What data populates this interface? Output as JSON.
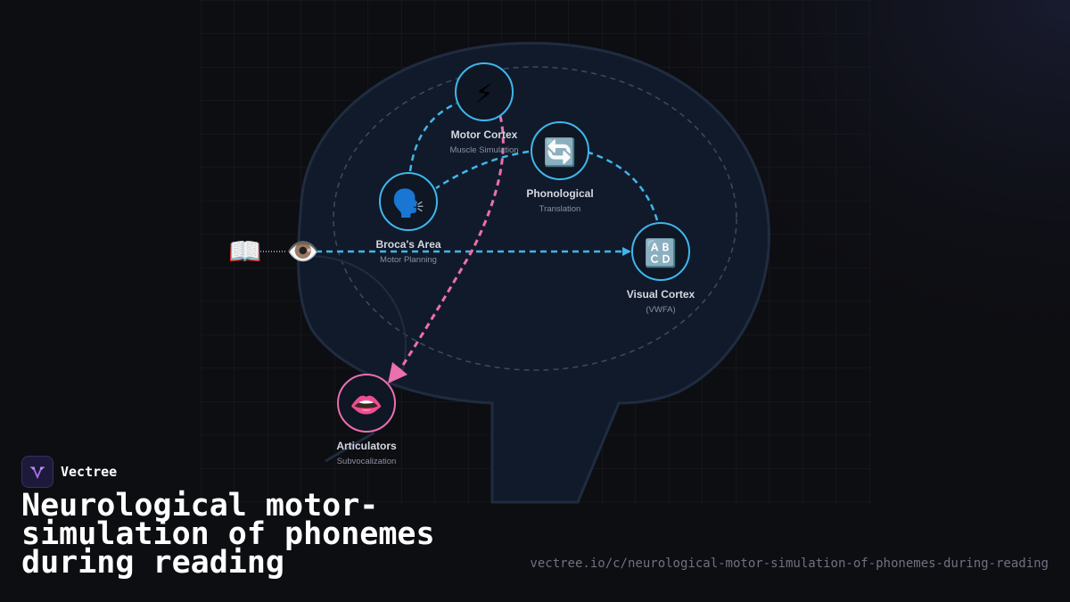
{
  "brand": {
    "name": "Vectree"
  },
  "page": {
    "title": "Neurological motor-simulation of phonemes during reading",
    "url": "vectree.io/c/neurological-motor-simulation-of-phonemes-during-reading"
  },
  "diagram": {
    "input_icons": {
      "book": "📖",
      "eye": "👁️"
    },
    "nodes": {
      "motor_cortex": {
        "title": "Motor Cortex",
        "subtitle": "Muscle Simulation",
        "icon": "⚡",
        "icon_name": "lightning-icon"
      },
      "phonological": {
        "title": "Phonological",
        "subtitle": "Translation",
        "icon": "🔄",
        "icon_name": "cycle-arrows-icon"
      },
      "brocas_area": {
        "title": "Broca's Area",
        "subtitle": "Motor Planning",
        "icon": "🗣️",
        "icon_name": "speaking-head-icon"
      },
      "visual_cortex": {
        "title": "Visual Cortex",
        "subtitle": "(VWFA)",
        "icon": "🔠",
        "icon_name": "abcd-letters-icon"
      },
      "articulators": {
        "title": "Articulators",
        "subtitle": "Subvocalization",
        "icon": "👄",
        "icon_name": "mouth-icon"
      }
    },
    "colors": {
      "blue_path": "#3fb6ec",
      "pink_path": "#ec6fae",
      "brain_fill": "#111a2a",
      "brain_outline": "#1f2c40",
      "inner_dash": "#3c4a60"
    }
  }
}
